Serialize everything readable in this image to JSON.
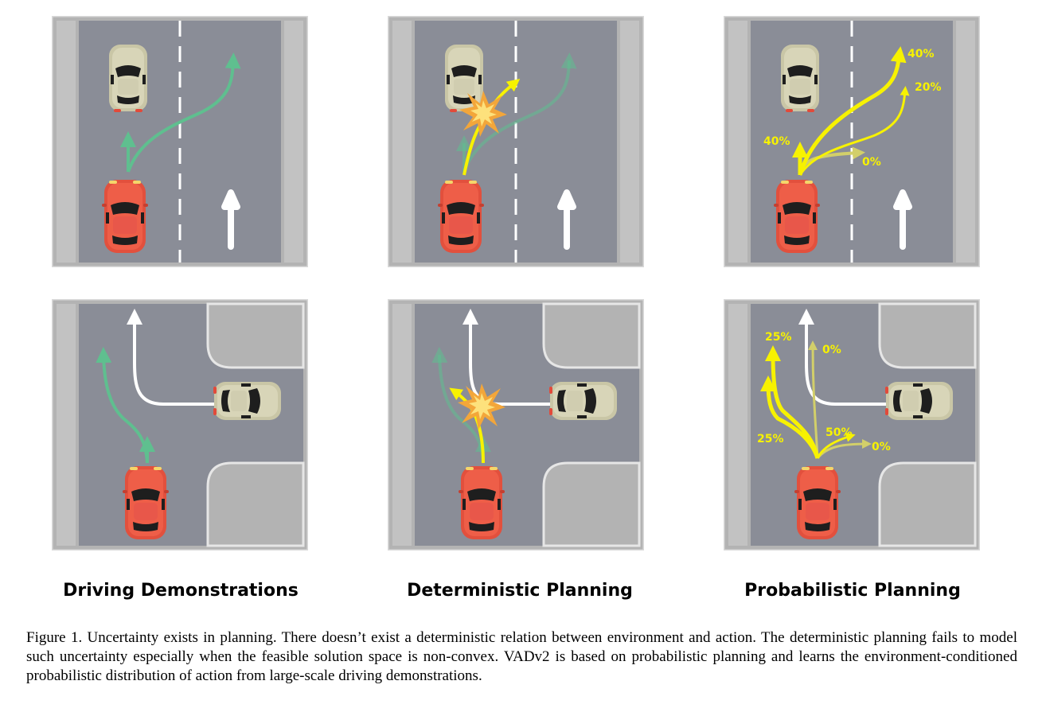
{
  "columns": [
    {
      "title": "Driving Demonstrations"
    },
    {
      "title": "Deterministic Planning"
    },
    {
      "title": "Probabilistic Planning"
    }
  ],
  "probability_labels": {
    "straight_left": "40%",
    "straight_top": "40%",
    "straight_lane_change": "20%",
    "straight_faint": "0%",
    "turn_top_left": "25%",
    "turn_top_faint": "0%",
    "turn_lower_left": "25%",
    "turn_mid": "50%",
    "turn_right_faint": "0%"
  },
  "caption": "Figure 1. Uncertainty exists in planning. There doesn’t exist a deterministic relation between environment and action. The deterministic planning fails to model such uncertainty especially when the feasible solution space is non-convex. VADv2 is based on probabilistic planning and learns the environment-conditioned probabilistic distribution of action from large-scale driving demonstrations.",
  "colors": {
    "road": "#8a8d97",
    "sidewalk": "#b5b5b5",
    "ego_car": "#e2503d",
    "other_car": "#d2d0b3",
    "demo_path": "#5fbf8f",
    "planned_path": "#f7f200",
    "route": "#ffffff"
  }
}
